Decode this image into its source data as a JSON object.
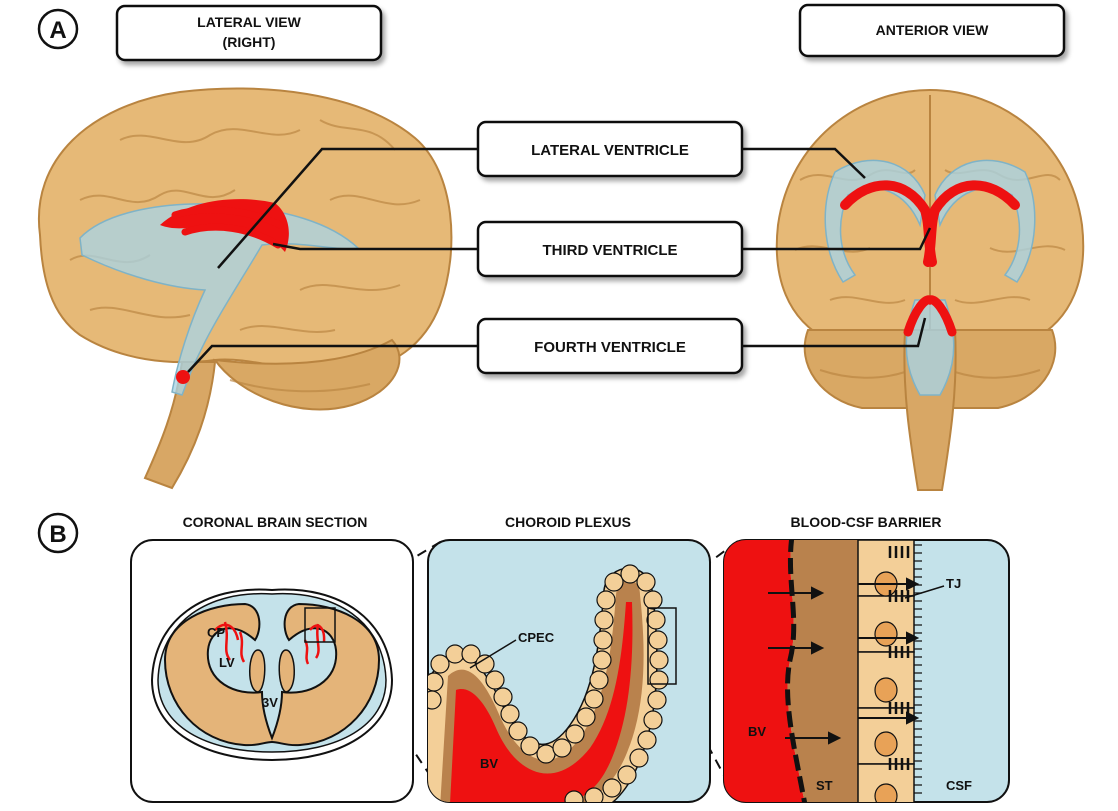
{
  "panel_a": {
    "letter": "A",
    "lateral_view_line1": "LATERAL VIEW",
    "lateral_view_line2": "(RIGHT)",
    "anterior_view": "ANTERIOR VIEW",
    "lateral_ventricle": "LATERAL VENTRICLE",
    "third_ventricle": "THIRD VENTRICLE",
    "fourth_ventricle": "FOURTH VENTRICLE"
  },
  "panel_b": {
    "letter": "B",
    "coronal_title": "CORONAL BRAIN SECTION",
    "choroid_title": "CHOROID PLEXUS",
    "barrier_title": "BLOOD-CSF BARRIER",
    "cp": "CP",
    "lv": "LV",
    "v3": "3V",
    "cpec": "CPEC",
    "bv_choroid": "BV",
    "bv_barrier": "BV",
    "tj": "TJ",
    "st": "ST",
    "csf": "CSF"
  },
  "colors": {
    "brain": "#e6b977",
    "brain_dark": "#b98440",
    "ventricle": "#a9d3e4",
    "choroid_red": "#ee1111",
    "csf_blue": "#c4e2ea",
    "stroma": "#b9824d",
    "cell": "#f3cf98"
  }
}
